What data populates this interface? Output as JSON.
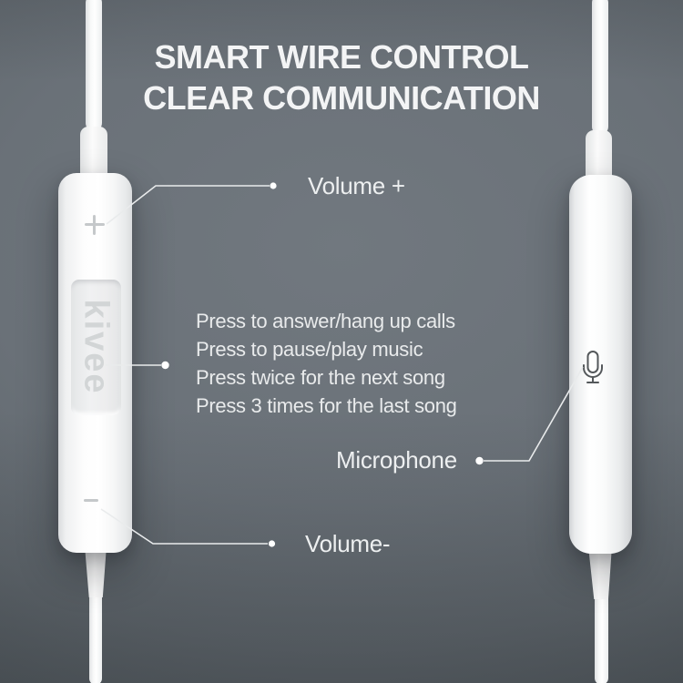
{
  "title": {
    "line1": "SMART WIRE CONTROL",
    "line2": "CLEAR COMMUNICATION"
  },
  "annotations": {
    "volume_up_label": "Volume +",
    "volume_down_label": "Volume-",
    "microphone_label": "Microphone",
    "center_button_functions": [
      "Press to answer/hang up calls",
      "Press to pause/play music",
      "Press twice for the next song",
      "Press 3 times for the last song"
    ]
  },
  "device": {
    "brand": "kivee",
    "markings": {
      "volume_up": "plus-icon",
      "volume_down": "minus-icon",
      "microphone": "mic-icon"
    }
  },
  "colors": {
    "background_center": "#6b7278",
    "background_edge": "#4a5054",
    "device_white": "#f8f9f9",
    "button_face": "#ededee",
    "marking_gray": "#c5c8ca",
    "brand_gray": "#d2d5d6",
    "label_text": "#edeff0",
    "title_text": "#f3f4f5",
    "callout_line": "#e9ebec",
    "mic_icon": "#54585b"
  }
}
